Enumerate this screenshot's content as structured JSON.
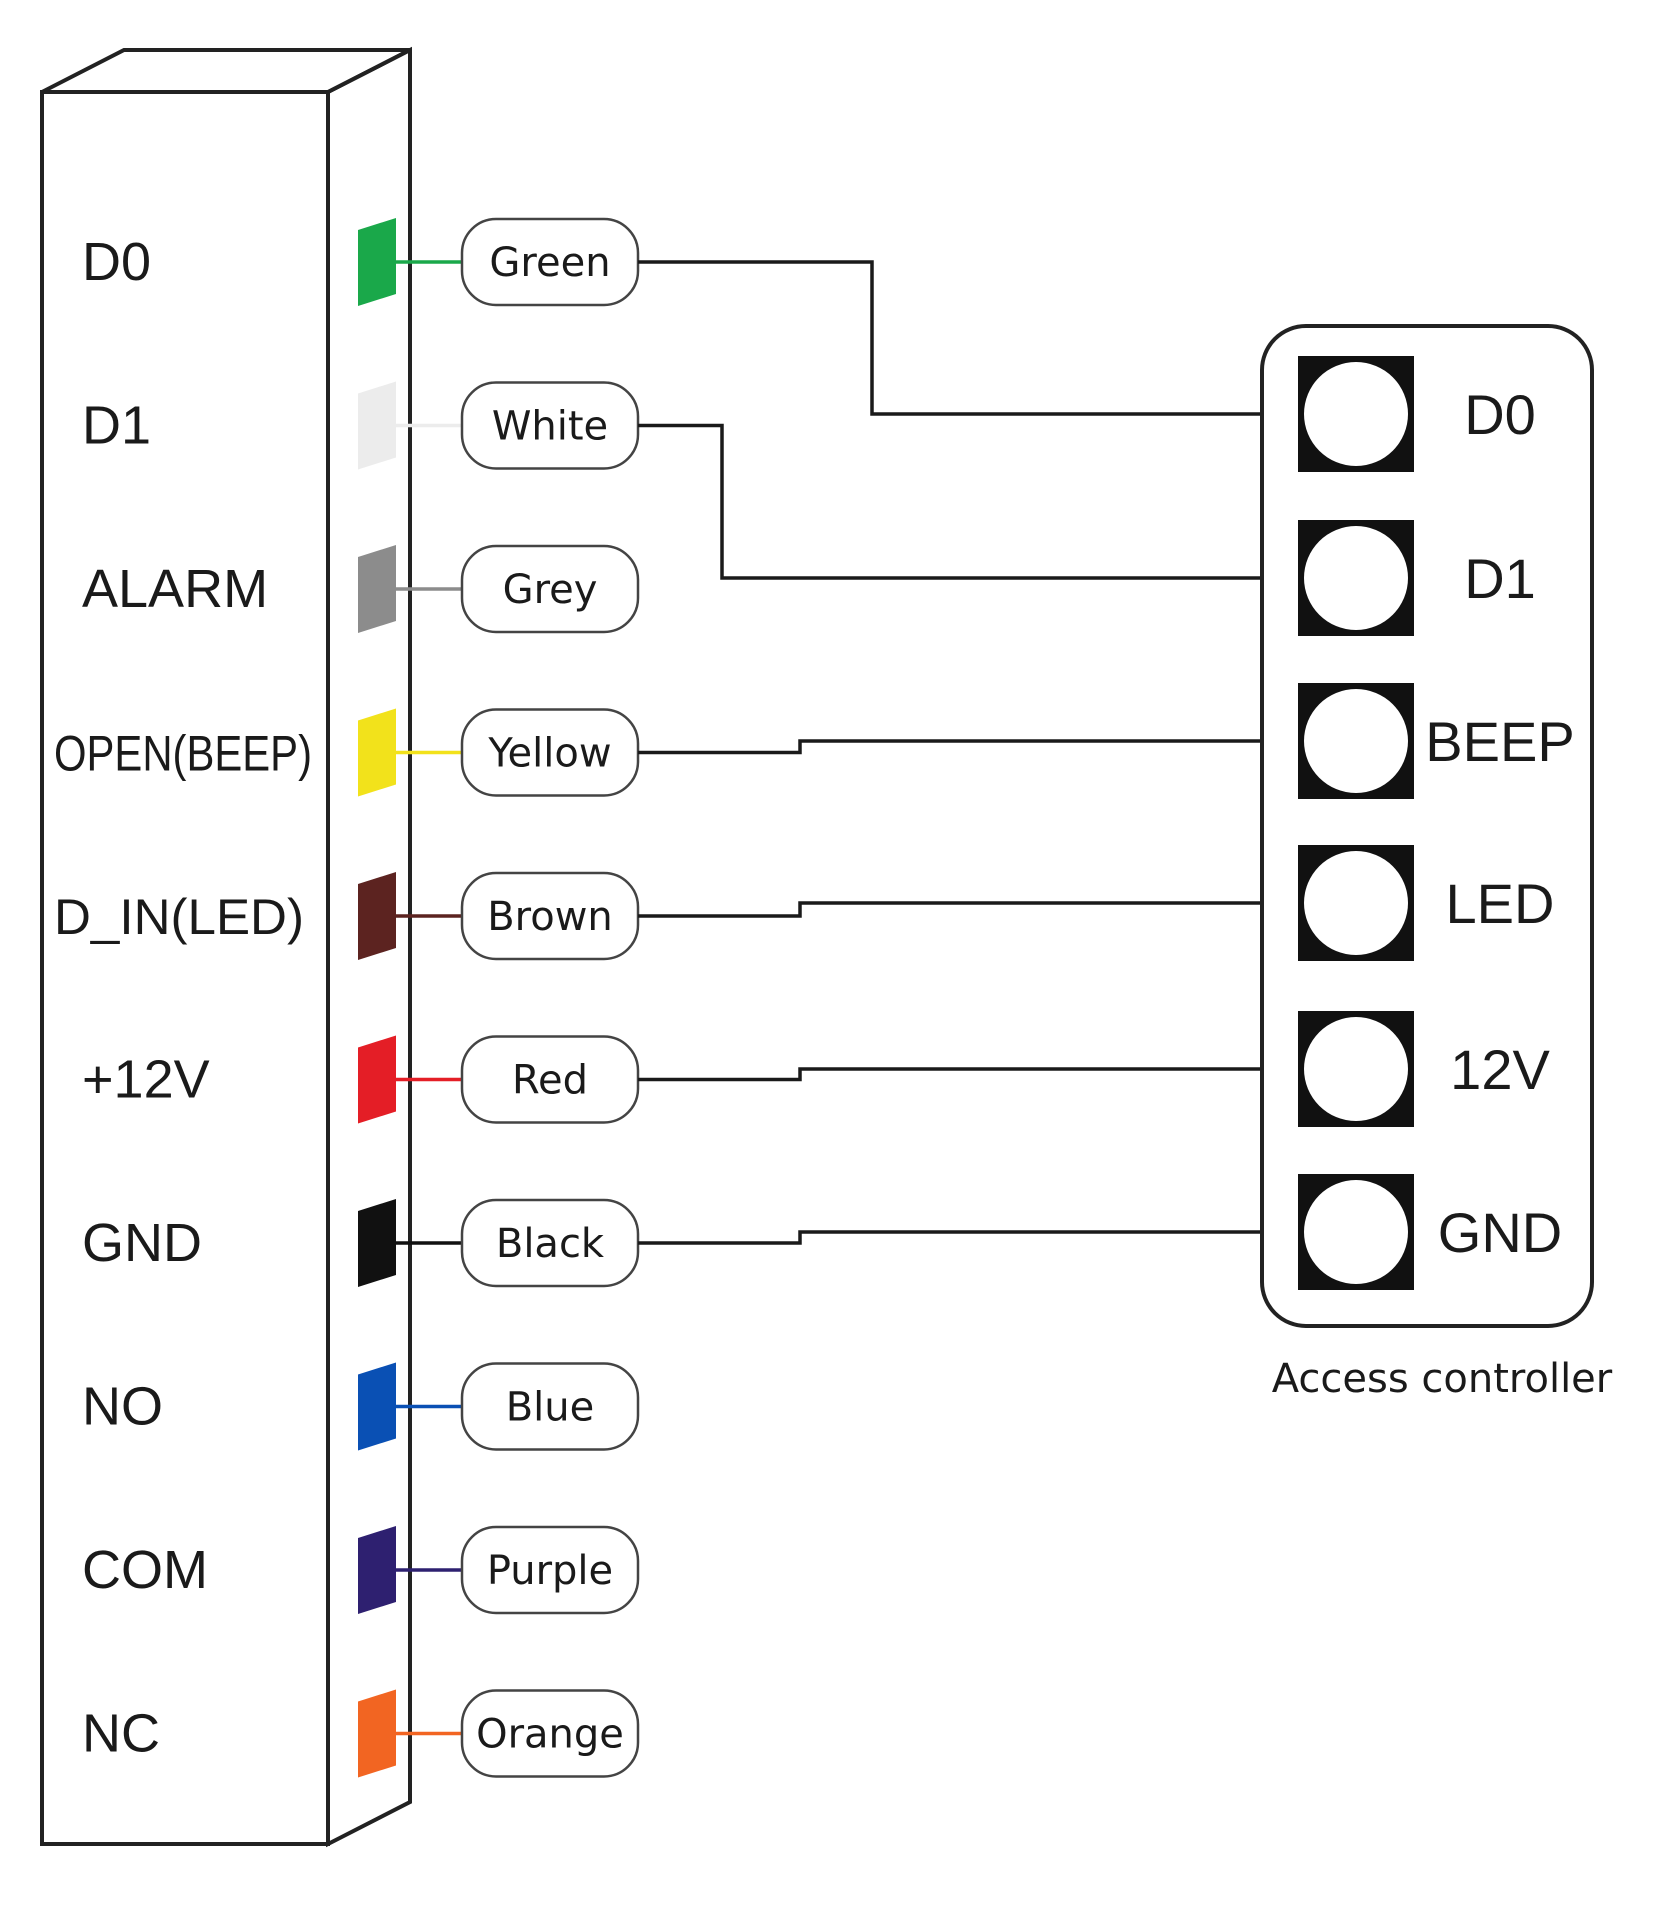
{
  "reader": {
    "terminals": [
      {
        "label": "D0",
        "wire": "Green",
        "color": "#1aa84a"
      },
      {
        "label": "D1",
        "wire": "White",
        "color": "#ececec"
      },
      {
        "label": "ALARM",
        "wire": "Grey",
        "color": "#8c8c8c"
      },
      {
        "label": "OPEN(BEEP)",
        "wire": "Yellow",
        "color": "#f2e21b"
      },
      {
        "label": "D_IN(LED)",
        "wire": "Brown",
        "color": "#5c2320"
      },
      {
        "label": "+12V",
        "wire": "Red",
        "color": "#e41e26"
      },
      {
        "label": "GND",
        "wire": "Black",
        "color": "#111111"
      },
      {
        "label": "NO",
        "wire": "Blue",
        "color": "#0a50b4"
      },
      {
        "label": "COM",
        "wire": "Purple",
        "color": "#2e2070"
      },
      {
        "label": "NC",
        "wire": "Orange",
        "color": "#f26522"
      }
    ]
  },
  "controller": {
    "caption": "Access controller",
    "terminals": [
      "D0",
      "D1",
      "BEEP",
      "LED",
      "12V",
      "GND"
    ]
  },
  "connections": [
    {
      "from": "Green",
      "to": "D0"
    },
    {
      "from": "White",
      "to": "D1"
    },
    {
      "from": "Yellow",
      "to": "BEEP"
    },
    {
      "from": "Brown",
      "to": "LED"
    },
    {
      "from": "Red",
      "to": "12V"
    },
    {
      "from": "Black",
      "to": "GND"
    }
  ]
}
